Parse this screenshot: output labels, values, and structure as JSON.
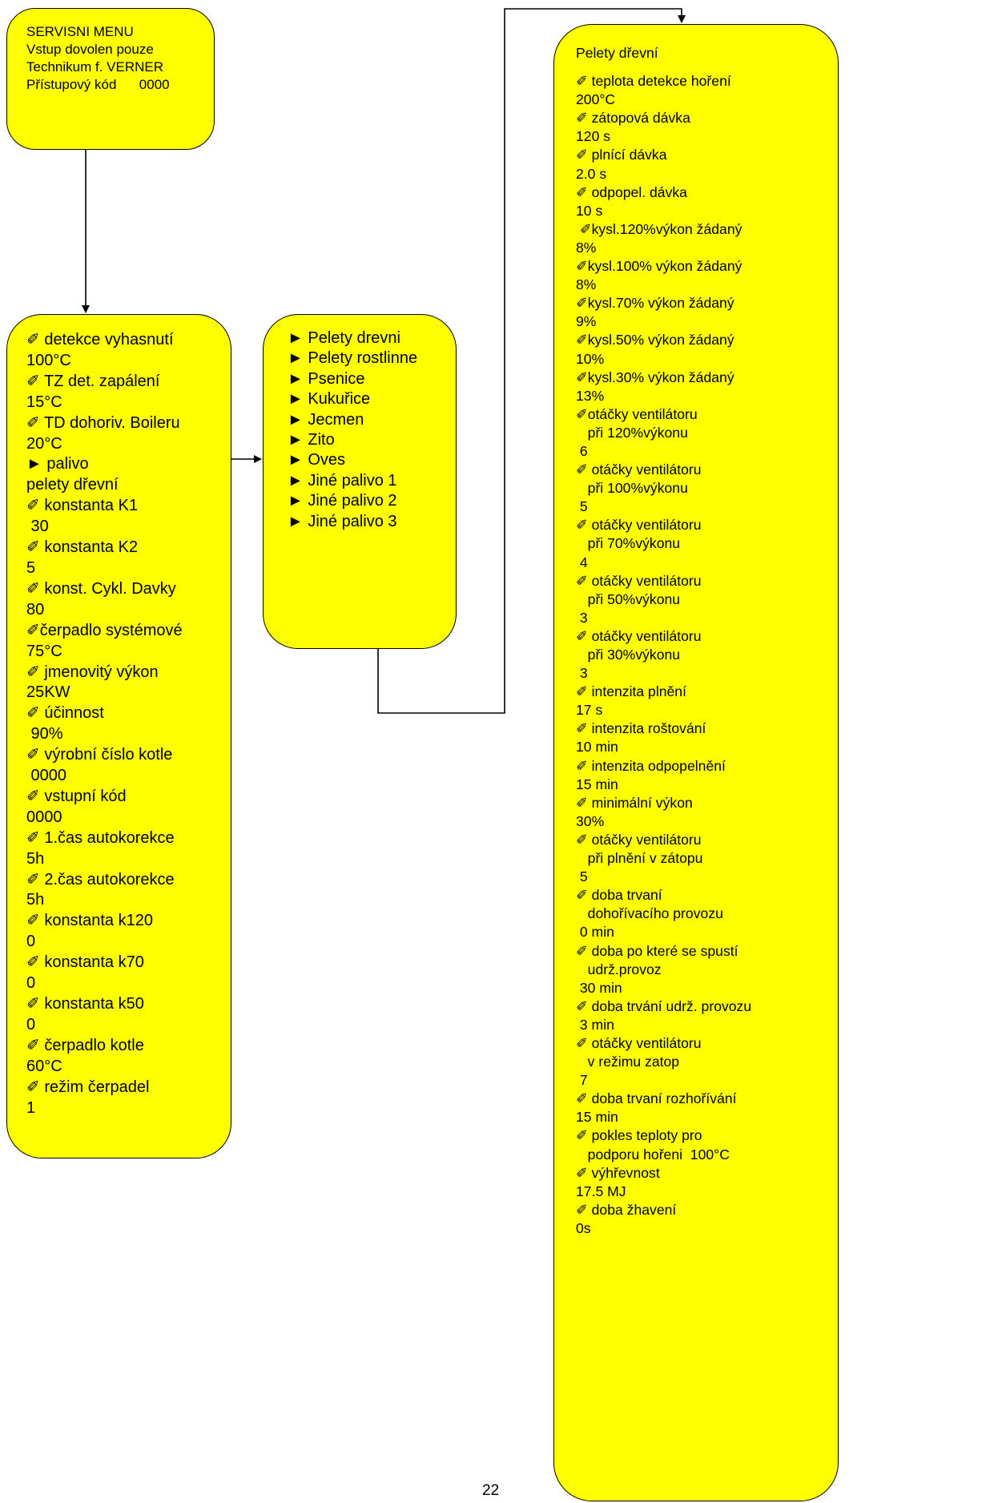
{
  "service_box": {
    "lines": [
      "SERVISNI MENU",
      "Vstup dovolen pouze",
      "Technikum f. VERNER",
      "Přístupový kód      0000"
    ]
  },
  "params_box": {
    "lines": [
      "✐ detekce vyhasnutí",
      "100°C",
      "✐ TZ det. zapálení",
      "15°C",
      "✐ TD dohoriv. Boileru",
      "20°C",
      "► palivo",
      "pelety dřevní",
      "✐ konstanta K1",
      " 30",
      "✐ konstanta K2",
      "5",
      "✐ konst. Cykl. Davky",
      "80",
      "✐čerpadlo systémové",
      "75°C",
      "✐ jmenovitý výkon",
      "25KW",
      "✐ účinnost",
      " 90%",
      "✐ výrobní číslo kotle",
      " 0000",
      "✐ vstupní kód",
      "0000",
      "✐ 1.čas autokorekce",
      "5h",
      "✐ 2.čas autokorekce",
      "5h",
      "✐ konstanta k120",
      "0",
      "✐ konstanta k70",
      "0",
      "✐ konstanta k50",
      "0",
      "✐ čerpadlo kotle",
      "60°C",
      "✐ režim čerpadel",
      "1"
    ]
  },
  "fuels_box": {
    "items": [
      "► Pelety drevni",
      "► Pelety rostlinne",
      "► Psenice",
      "► Kukuřice",
      "► Jecmen",
      "► Zito",
      "► Oves",
      "► Jiné palivo 1",
      "► Jiné palivo 2",
      "► Jiné palivo 3"
    ]
  },
  "pellets_box": {
    "title": "Pelety dřevní",
    "lines": [
      "✐ teplota detekce hoření",
      "200°C",
      "✐ zátopová dávka",
      "120 s",
      "✐ plnící dávka",
      "2.0 s",
      "✐ odpopel. dávka",
      "10 s",
      " ✐kysl.120%výkon žádaný",
      "8%",
      "✐kysl.100% výkon žádaný",
      "8%",
      "✐kysl.70% výkon žádaný",
      "9%",
      "✐kysl.50% výkon žádaný",
      "10%",
      "✐kysl.30% výkon žádaný",
      "13%",
      "✐otáčky ventilátoru",
      "   při 120%výkonu",
      " 6",
      "✐ otáčky ventilátoru",
      "   při 100%výkonu",
      " 5",
      "✐ otáčky ventilátoru",
      "   při 70%výkonu",
      " 4",
      "✐ otáčky ventilátoru",
      "   při 50%výkonu",
      " 3",
      "✐ otáčky ventilátoru",
      "   při 30%výkonu",
      " 3",
      "✐ intenzita plnění",
      "17 s",
      "✐ intenzita roštování",
      "10 min",
      "✐ intenzita odpopelnění",
      "15 min",
      "✐ minimální výkon",
      "30%",
      "✐ otáčky ventilátoru",
      "   při plnění v zátopu",
      " 5",
      "✐ doba trvaní",
      "   dohořívacího provozu",
      " 0 min",
      "✐ doba po které se spustí",
      "   udrž.provoz",
      " 30 min",
      "✐ doba trvání udrž. provozu",
      " 3 min",
      "✐ otáčky ventilátoru",
      "   v režimu zatop",
      " 7",
      "✐ doba trvaní rozhořívání",
      "15 min",
      "✐ pokles teploty pro",
      "   podporu hořeni  100°C",
      "✐ výhřevnost",
      "17.5 MJ",
      "✐ doba žhavení",
      "0s"
    ]
  },
  "page_number": "22",
  "colors": {
    "box_fill": "#ffff00",
    "stroke": "#000000"
  }
}
